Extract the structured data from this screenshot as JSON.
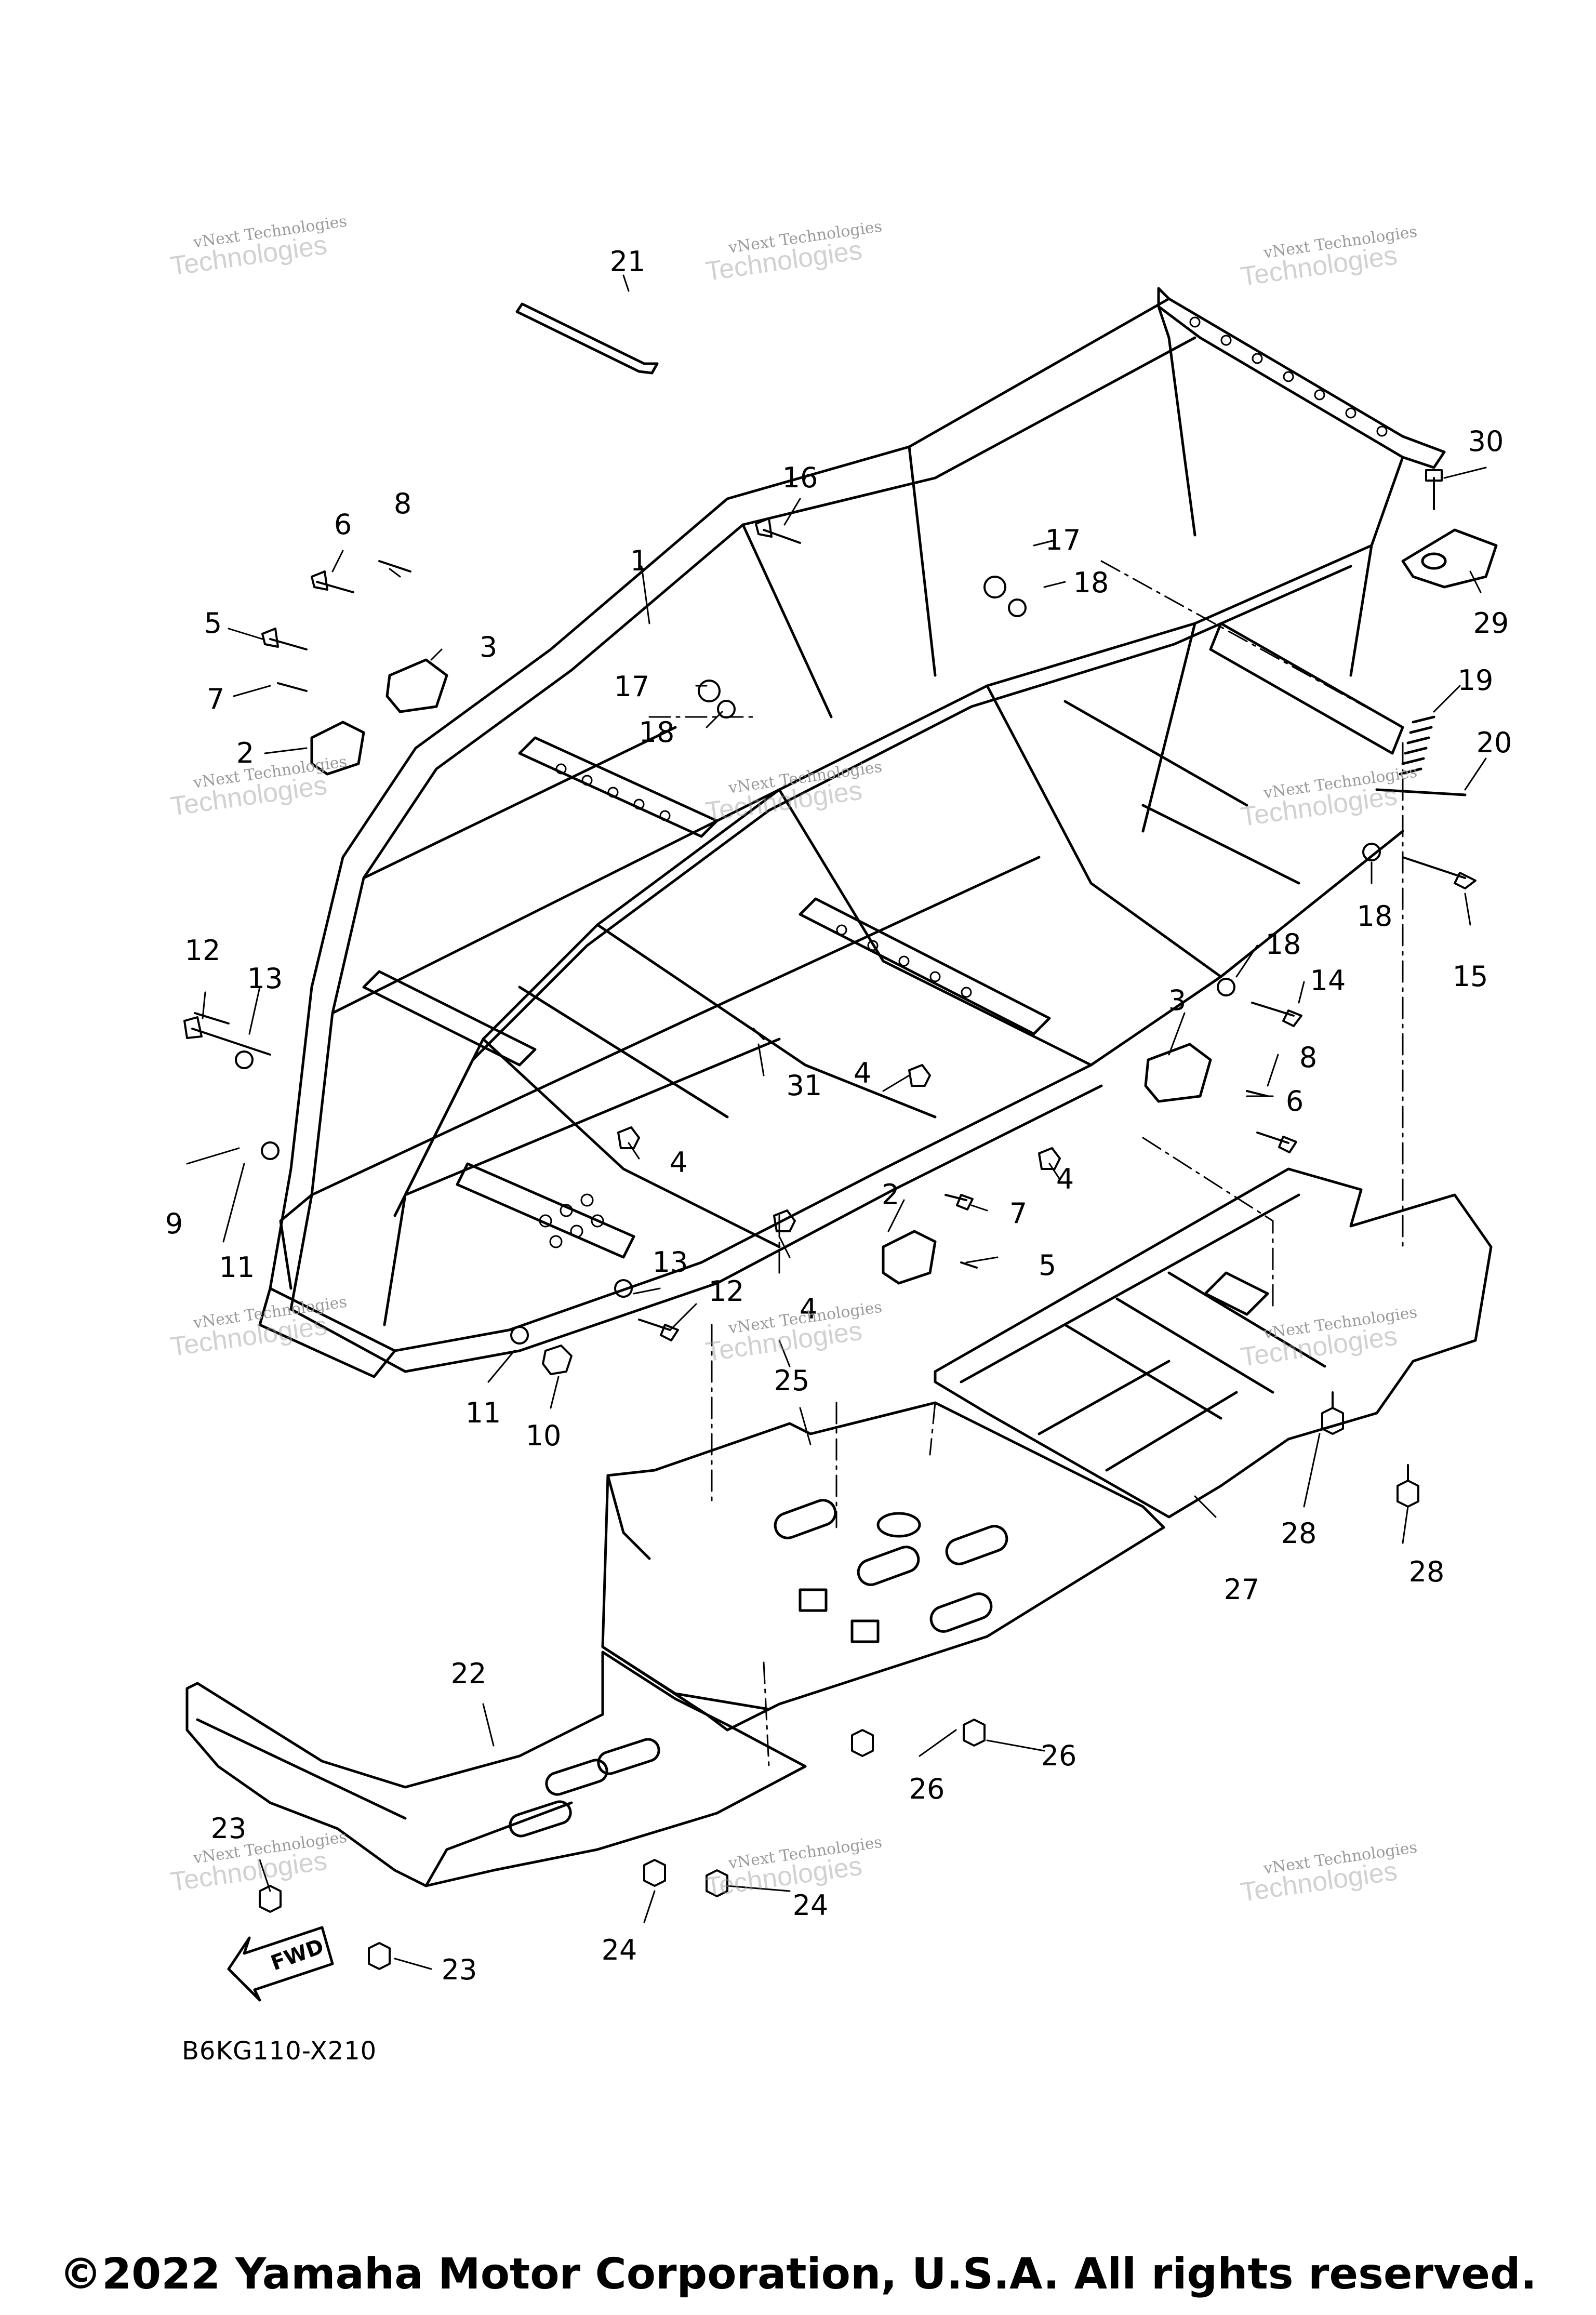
{
  "diagram": {
    "callouts": [
      {
        "id": "c21",
        "label": "21"
      },
      {
        "id": "c16",
        "label": "16"
      },
      {
        "id": "c1",
        "label": "1"
      },
      {
        "id": "c6a",
        "label": "6"
      },
      {
        "id": "c8a",
        "label": "8"
      },
      {
        "id": "c3a",
        "label": "3"
      },
      {
        "id": "c5a",
        "label": "5"
      },
      {
        "id": "c7a",
        "label": "7"
      },
      {
        "id": "c2a",
        "label": "2"
      },
      {
        "id": "c17a",
        "label": "17"
      },
      {
        "id": "c18a",
        "label": "18"
      },
      {
        "id": "c17b",
        "label": "17"
      },
      {
        "id": "c18b",
        "label": "18"
      },
      {
        "id": "c30",
        "label": "30"
      },
      {
        "id": "c29",
        "label": "29"
      },
      {
        "id": "c19",
        "label": "19"
      },
      {
        "id": "c20",
        "label": "20"
      },
      {
        "id": "c18c",
        "label": "18"
      },
      {
        "id": "c15",
        "label": "15"
      },
      {
        "id": "c18d",
        "label": "18"
      },
      {
        "id": "c14",
        "label": "14"
      },
      {
        "id": "c12a",
        "label": "12"
      },
      {
        "id": "c13a",
        "label": "13"
      },
      {
        "id": "c31",
        "label": "31"
      },
      {
        "id": "c4a",
        "label": "4"
      },
      {
        "id": "c3b",
        "label": "3"
      },
      {
        "id": "c8b",
        "label": "8"
      },
      {
        "id": "c6b",
        "label": "6"
      },
      {
        "id": "c4b",
        "label": "4"
      },
      {
        "id": "c4c",
        "label": "4"
      },
      {
        "id": "c9",
        "label": "9"
      },
      {
        "id": "c11a",
        "label": "11"
      },
      {
        "id": "c2b",
        "label": "2"
      },
      {
        "id": "c7b",
        "label": "7"
      },
      {
        "id": "c5b",
        "label": "5"
      },
      {
        "id": "c13b",
        "label": "13"
      },
      {
        "id": "c12b",
        "label": "12"
      },
      {
        "id": "c4d",
        "label": "4"
      },
      {
        "id": "c11b",
        "label": "11"
      },
      {
        "id": "c10",
        "label": "10"
      },
      {
        "id": "c25",
        "label": "25"
      },
      {
        "id": "c28a",
        "label": "28"
      },
      {
        "id": "c28b",
        "label": "28"
      },
      {
        "id": "c27",
        "label": "27"
      },
      {
        "id": "c22",
        "label": "22"
      },
      {
        "id": "c26a",
        "label": "26"
      },
      {
        "id": "c26b",
        "label": "26"
      },
      {
        "id": "c23a",
        "label": "23"
      },
      {
        "id": "c23b",
        "label": "23"
      },
      {
        "id": "c24a",
        "label": "24"
      },
      {
        "id": "c24b",
        "label": "24"
      }
    ],
    "fwd_label": "FWD",
    "diagram_code": "B6KG110-X210",
    "watermark": {
      "line1": "vNext Technologies",
      "line2": "Technologies",
      "accent": "vNext"
    }
  },
  "footer": {
    "copyright": "©2022 Yamaha Motor Corporation, U.S.A. All rights reserved."
  },
  "colors": {
    "line": "#000000",
    "background": "#ffffff",
    "watermark": "#9a9a9a"
  }
}
